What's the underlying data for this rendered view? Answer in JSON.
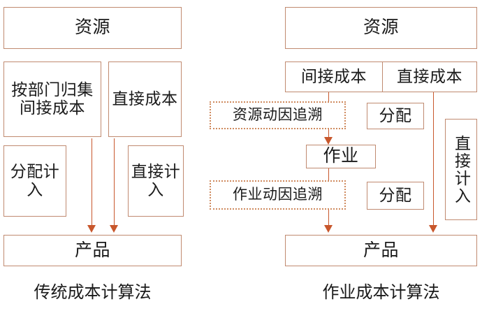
{
  "diagram": {
    "title_left": "传统成本计算法",
    "title_right": "作业成本计算法",
    "colors": {
      "box_border": "#c08a70",
      "dotted_border": "#cf8a5e",
      "arrow": "#c8572c",
      "text": "#1a1a1a",
      "background": "#ffffff"
    },
    "left_panel": {
      "name": "传统成本计算法",
      "resource_box": "资源",
      "indirect_cost_box": "按部门归集间接成本",
      "direct_cost_box": "直接成本",
      "allocate_box": "分配计入",
      "direct_charge_box": "直接计入",
      "product_box": "产品",
      "caption": "传统成本计算法"
    },
    "right_panel": {
      "name": "作业成本计算法",
      "resource_box": "资源",
      "indirect_cost_box": "间接成本",
      "direct_cost_box": "直接成本",
      "resource_driver_box": "资源动因追溯",
      "allocate_box_1": "分配",
      "activity_box": "作业",
      "activity_driver_box": "作业动因追溯",
      "allocate_box_2": "分配",
      "direct_charge_box": "直接计入",
      "product_box": "产品",
      "caption": "作业成本计算法"
    }
  }
}
